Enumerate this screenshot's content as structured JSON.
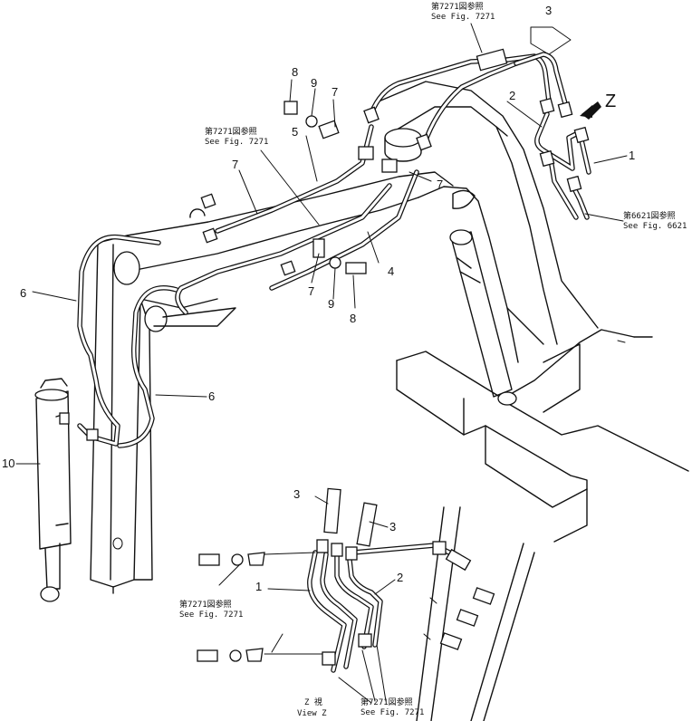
{
  "callouts": {
    "p1": "1",
    "p2": "2",
    "p3": "3",
    "p4": "4",
    "p5": "5",
    "p6": "6",
    "p7": "7",
    "p8": "8",
    "p9": "9",
    "p10": "10"
  },
  "view_marker": "Z",
  "refs": {
    "fig7271_ja": "第7271図参照",
    "fig7271_en": "See Fig. 7271",
    "fig6621_ja": "第6621図参照",
    "fig6621_en": "See Fig. 6621"
  },
  "view_caption": {
    "ja": "Z 視",
    "en": "View Z"
  }
}
